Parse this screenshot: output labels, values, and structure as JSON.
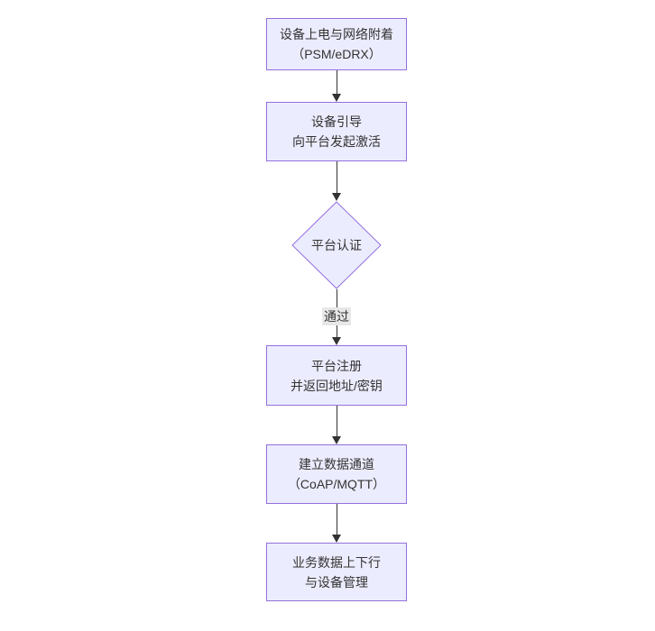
{
  "diagram": {
    "type": "flowchart",
    "direction": "top-down",
    "nodes": [
      {
        "shape": "rect",
        "lines": [
          "设备上电与网络附着",
          "（PSM/eDRX）"
        ]
      },
      {
        "shape": "rect",
        "lines": [
          "设备引导",
          "向平台发起激活"
        ]
      },
      {
        "shape": "diamond",
        "lines": [
          "平台认证"
        ]
      },
      {
        "shape": "rect",
        "lines": [
          "平台注册",
          "并返回地址/密钥"
        ]
      },
      {
        "shape": "rect",
        "lines": [
          "建立数据通道",
          "（CoAP/MQTT）"
        ]
      },
      {
        "shape": "rect",
        "lines": [
          "业务数据上下行",
          "与设备管理"
        ]
      }
    ],
    "edges": [
      {
        "from": 0,
        "to": 1,
        "label": ""
      },
      {
        "from": 1,
        "to": 2,
        "label": ""
      },
      {
        "from": 2,
        "to": 3,
        "label": "通过"
      },
      {
        "from": 3,
        "to": 4,
        "label": ""
      },
      {
        "from": 4,
        "to": 5,
        "label": ""
      }
    ],
    "colors": {
      "canvas_bg": "#ffffff",
      "node_fill": "#ECECFF",
      "node_border": "#9370DB",
      "line": "#333333",
      "text": "#333333",
      "edge_label_bg": "#e8e8e8"
    }
  }
}
